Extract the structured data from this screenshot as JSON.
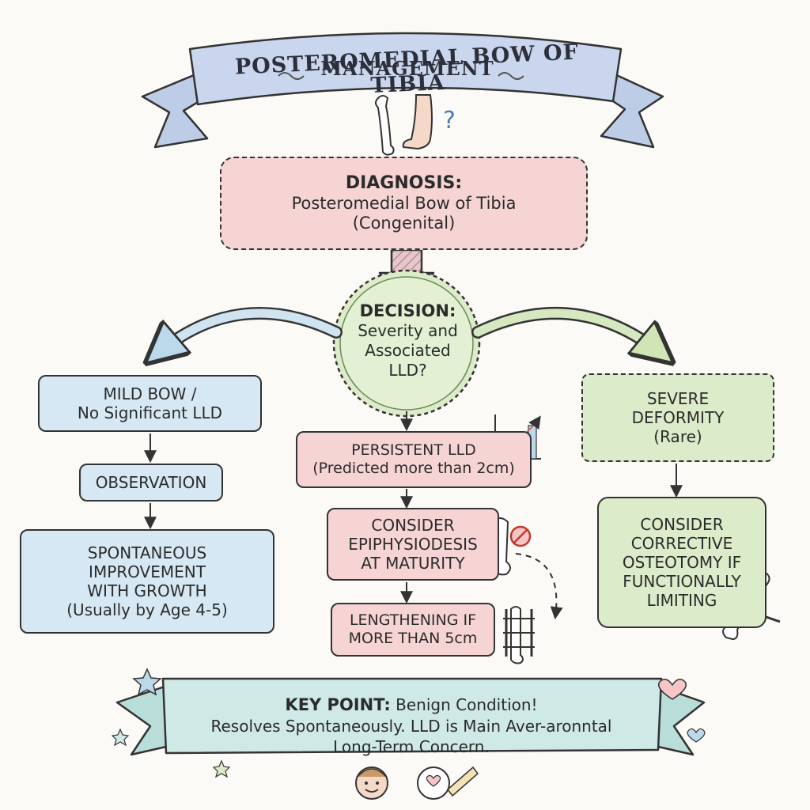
{
  "title": {
    "line1": "POSTEROMEDIAL BOW OF TIBIA",
    "line2": "MANAGEMENT"
  },
  "diagnosis": {
    "heading": "DIAGNOSIS:",
    "line1": "Posteromedial Bow of Tibia",
    "line2": "(Congenital)"
  },
  "decision": {
    "heading": "DECISION:",
    "line1": "Severity and",
    "line2": "Associated",
    "line3": "LLD?"
  },
  "left_branch": {
    "mild": {
      "line1": "MILD BOW /",
      "line2": "No Significant LLD"
    },
    "observation": "OBSERVATION",
    "outcome": {
      "line1": "SPONTANEOUS",
      "line2": "IMPROVEMENT",
      "line3": "WITH GROWTH",
      "line4": "(Usually by Age 4-5)"
    }
  },
  "middle_branch": {
    "persistent": {
      "line1": "PERSISTENT LLD",
      "line2": "(Predicted more than 2cm)"
    },
    "epiphysiodesis": {
      "line1": "CONSIDER",
      "line2": "EPIPHYSIODESIS",
      "line3": "AT MATURITY"
    },
    "lengthening": {
      "line1": "LENGTHENING IF",
      "line2": "MORE THAN 5cm"
    }
  },
  "right_branch": {
    "severe": {
      "line1": "SEVERE",
      "line2": "DEFORMITY",
      "line3": "(Rare)"
    },
    "corrective": {
      "line1": "CONSIDER",
      "line2": "CORRECTIVE",
      "line3": "OSTEOTOMY IF",
      "line4": "FUNCTIONALLY",
      "line5": "LIMITING"
    }
  },
  "key_point": {
    "label": "KEY POINT:",
    "line1": "Benign Condition!",
    "line2": "Resolves Spontaneously. LLD is Main Aver-aronntal",
    "line3": "Long-Term Concern."
  },
  "colors": {
    "pink": "#f6d4d4",
    "blue": "#d6e8f3",
    "green": "#dcebc9",
    "ribbon": "#c9d6ee",
    "keypoint_ribbon": "#cfe9e6",
    "outline": "#333333"
  },
  "icons": [
    "tibia-bone-icon",
    "leg-foot-icon",
    "question-mark-icon",
    "ruler-icon",
    "calendar-icon",
    "chart-icon",
    "stop-sign-icon",
    "external-fixator-icon",
    "exclamation-icon",
    "scalpel-icon",
    "star-icon",
    "heart-icon",
    "child-face-icon",
    "tape-measure-icon"
  ]
}
